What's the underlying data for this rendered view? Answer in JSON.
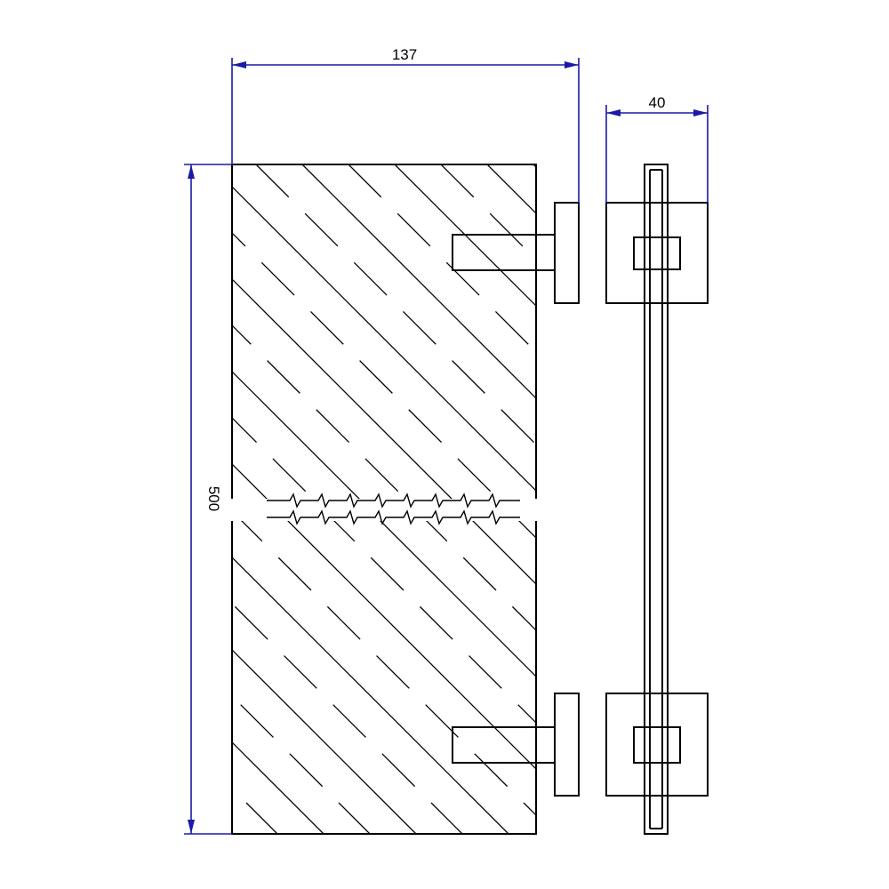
{
  "dimensions": {
    "width_label": "137",
    "depth_label": "40",
    "height_label": "500"
  },
  "colors": {
    "dimension": "#1a1aa8",
    "outline": "#000000",
    "background": "#ffffff"
  }
}
